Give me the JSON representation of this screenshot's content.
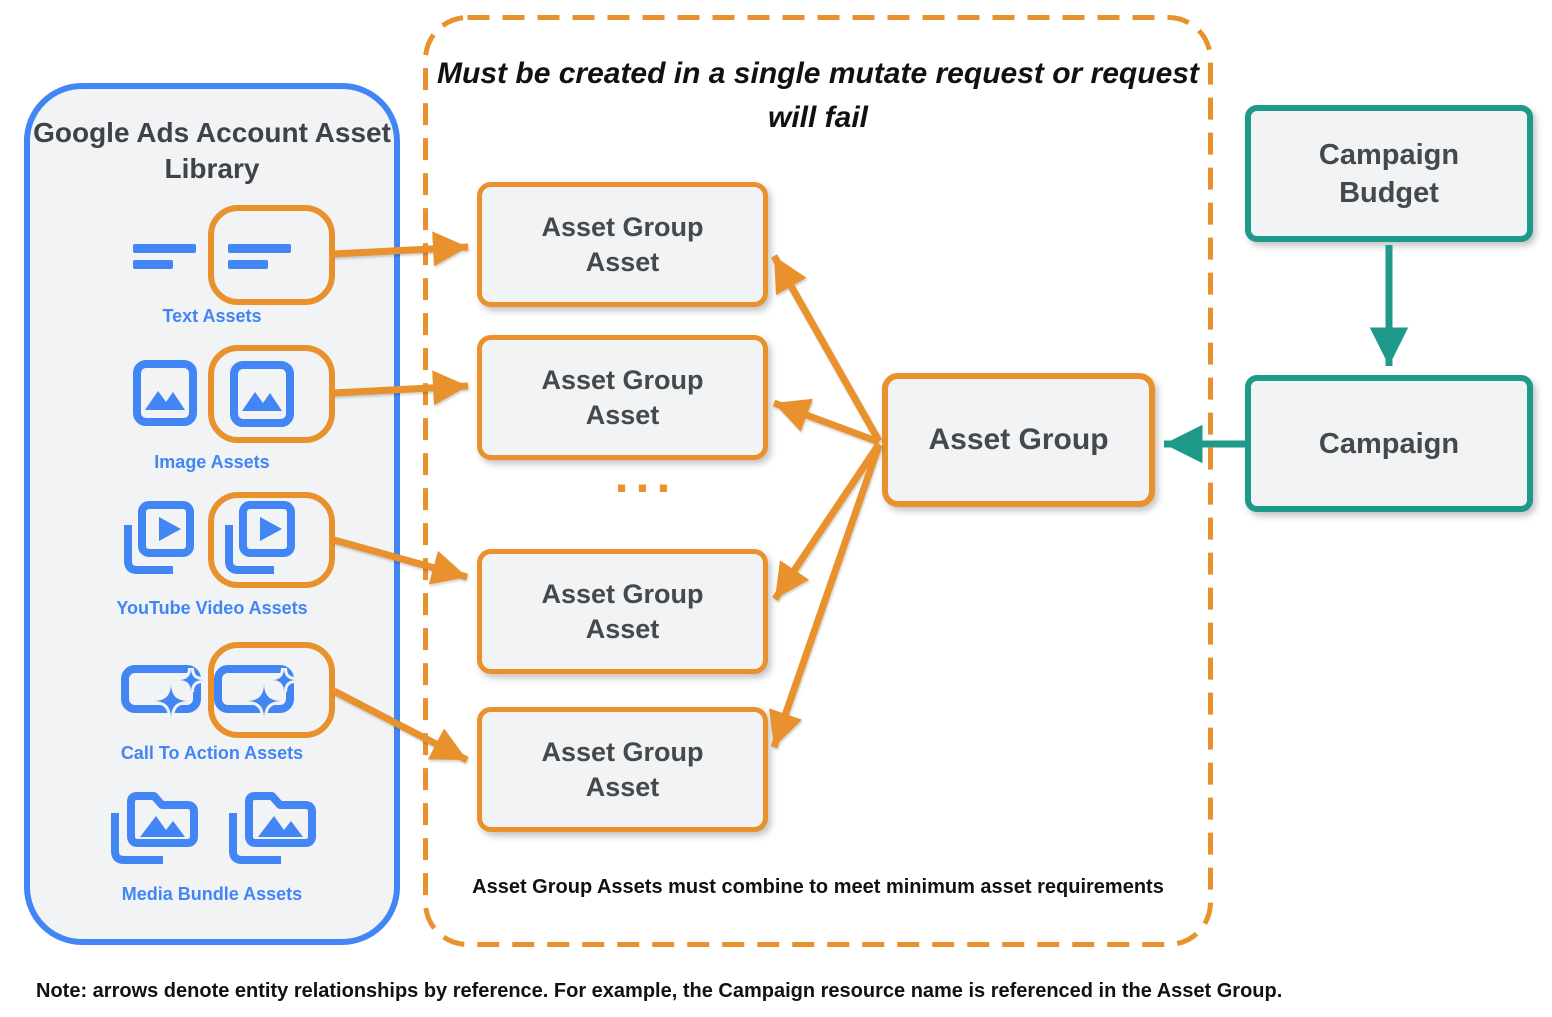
{
  "library": {
    "title_line1": "Google Ads Account",
    "title_line2": "Asset Library",
    "items": [
      {
        "label": "Text Assets",
        "icon": "text-lines-icon",
        "highlighted": true
      },
      {
        "label": "Image Assets",
        "icon": "image-icon",
        "highlighted": true
      },
      {
        "label": "YouTube Video Assets",
        "icon": "youtube-video-icon",
        "highlighted": true
      },
      {
        "label": "Call To Action Assets",
        "icon": "call-to-action-icon",
        "highlighted": true
      },
      {
        "label": "Media Bundle Assets",
        "icon": "media-bundle-icon",
        "highlighted": false
      }
    ]
  },
  "mutate_box": {
    "title_line1": "Must be created in a single mutate request",
    "title_line2": "or request will fail",
    "ellipsis": "...",
    "caption": "Asset Group Assets must combine to meet minimum asset requirements"
  },
  "nodes": {
    "asset_group_asset": {
      "line1": "Asset Group",
      "line2": "Asset"
    },
    "asset_group": {
      "label": "Asset Group"
    },
    "campaign_budget": {
      "line1": "Campaign",
      "line2": "Budget"
    },
    "campaign": {
      "label": "Campaign"
    }
  },
  "note": "Note: arrows denote entity relationships by reference. For example, the Campaign resource name is referenced in the Asset Group.",
  "colors": {
    "blue": "#4285F4",
    "orange": "#E8912D",
    "teal": "#1F9A8A",
    "node_fill": "#F1F3F4",
    "dark_text": "#3F4347"
  }
}
